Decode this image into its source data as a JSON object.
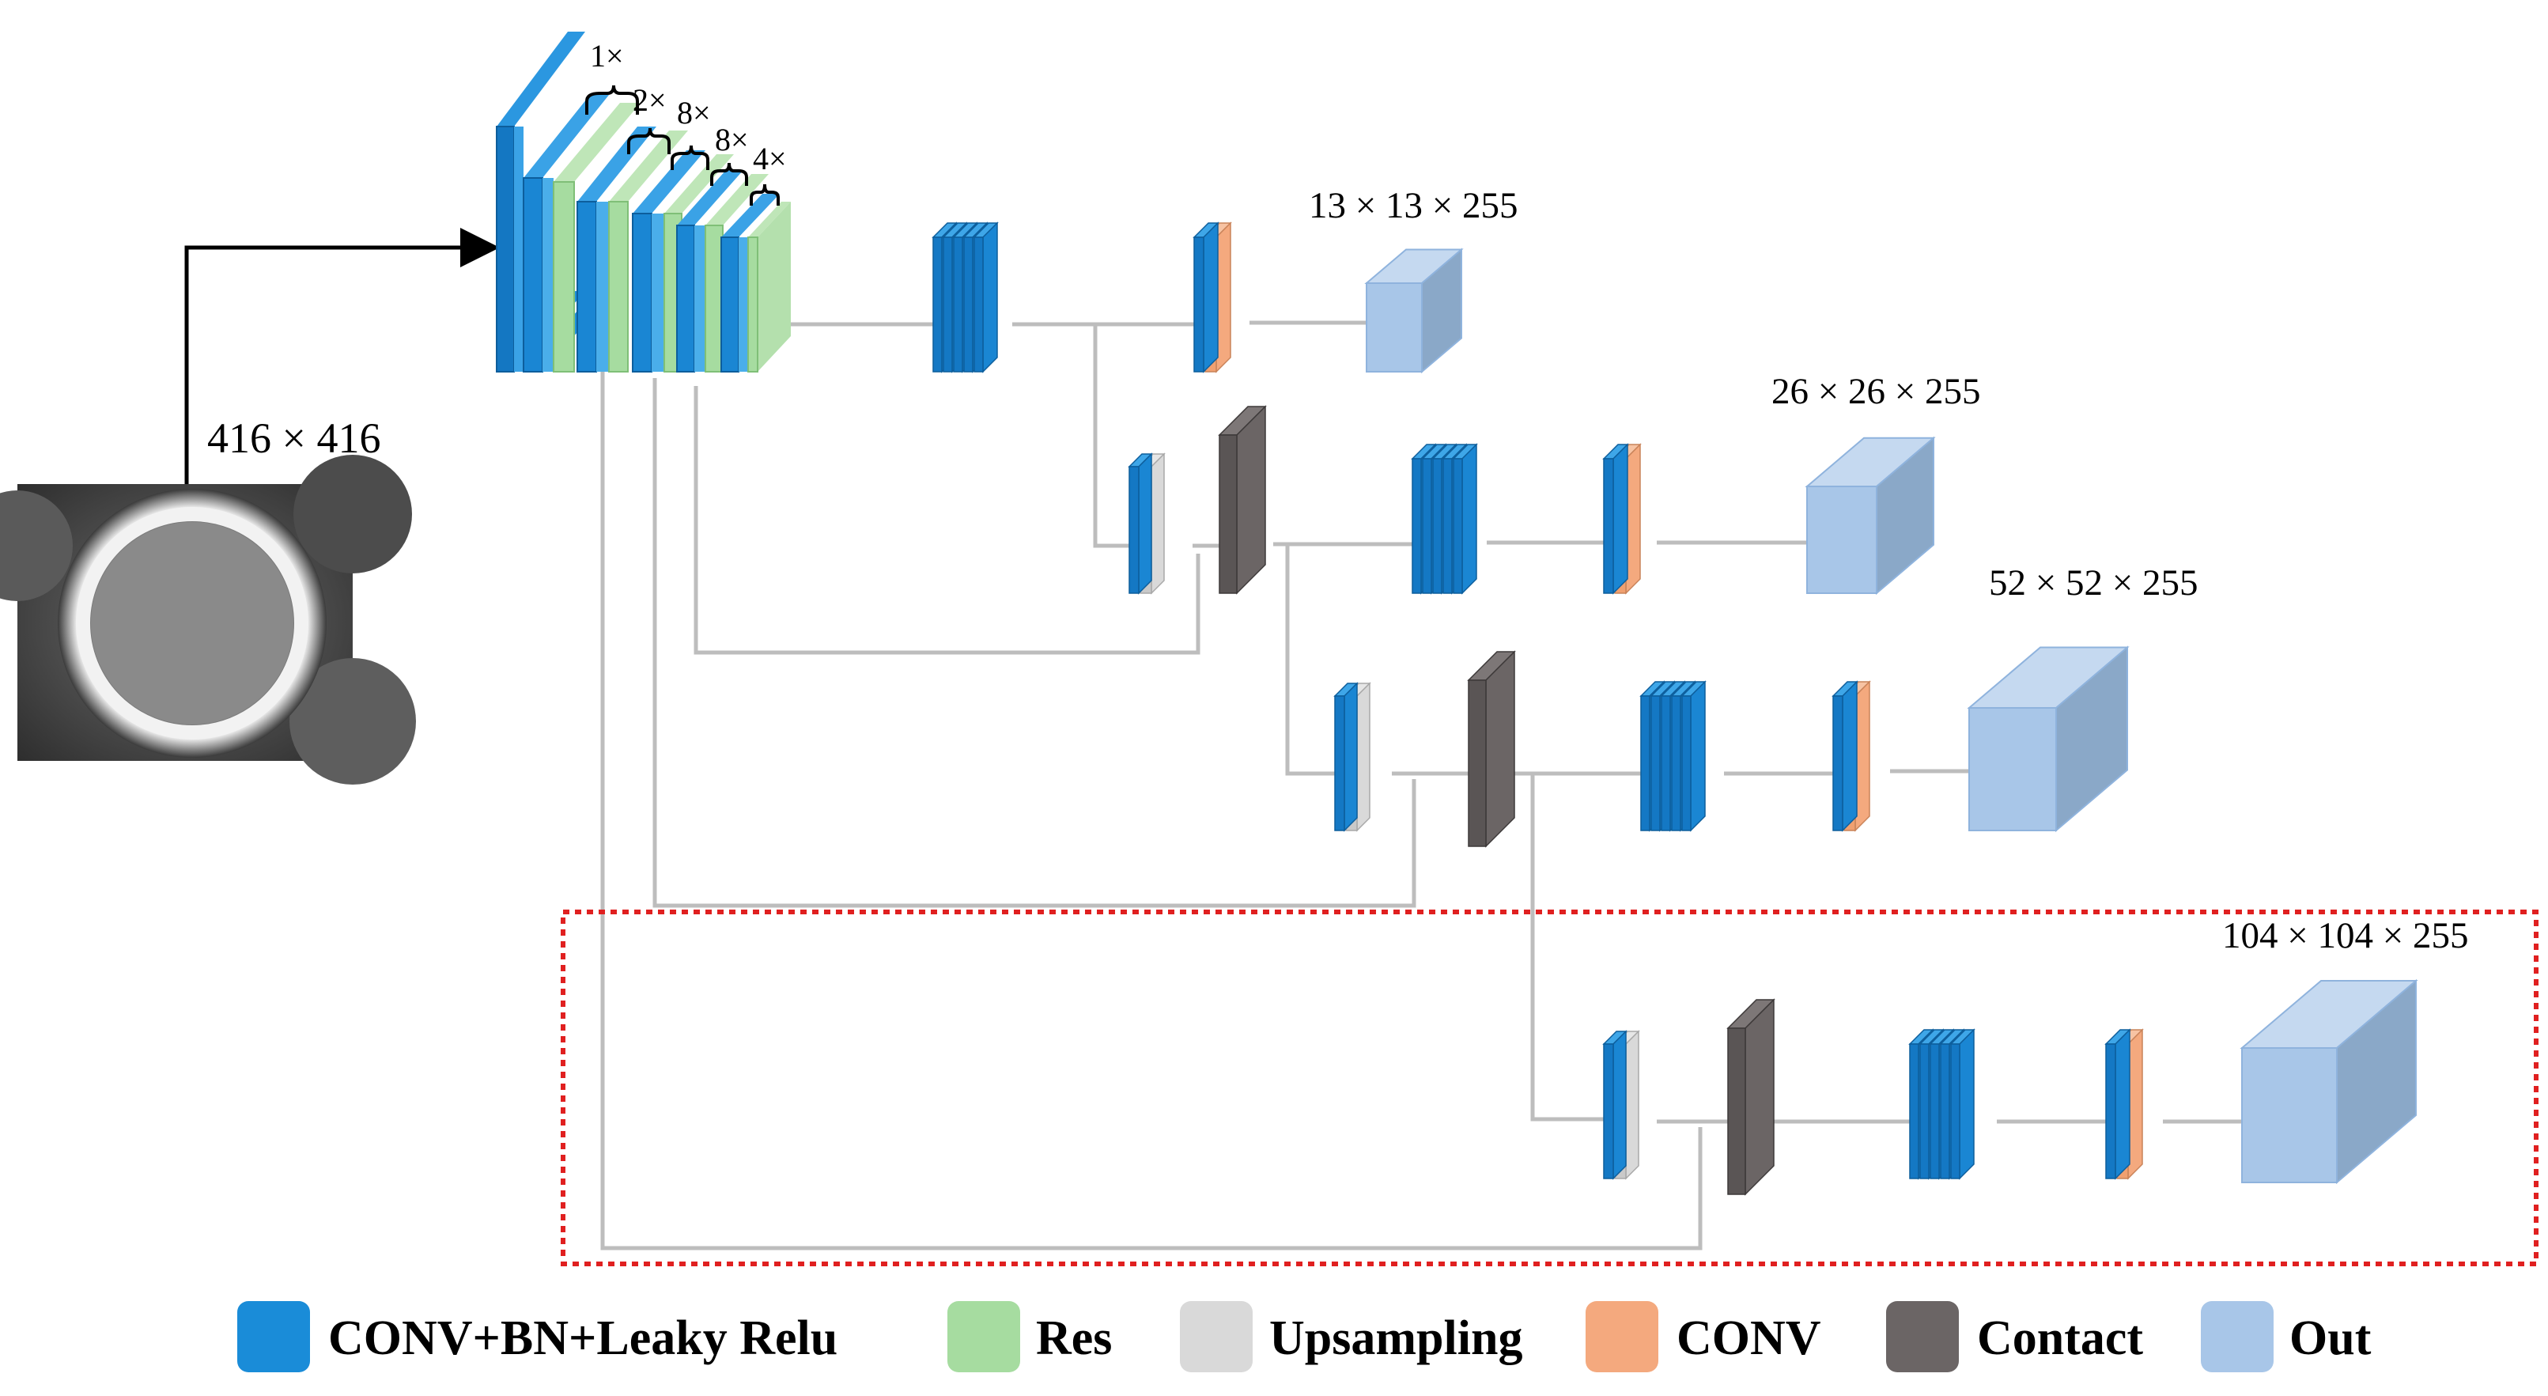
{
  "input": {
    "size_label": "416 × 416"
  },
  "backbone": {
    "multipliers": [
      "1×",
      "2×",
      "8×",
      "8×",
      "4×"
    ]
  },
  "outputs": [
    {
      "label": "13 × 13 × 255"
    },
    {
      "label": "26 × 26 × 255"
    },
    {
      "label": "52 × 52 × 255"
    },
    {
      "label": "104 × 104 × 255"
    }
  ],
  "legend": [
    {
      "label": "CONV+BN+Leaky Relu",
      "color": "#1a8cd8"
    },
    {
      "label": "Res",
      "color": "#a6dca0"
    },
    {
      "label": "Upsampling",
      "color": "#d9d9d9"
    },
    {
      "label": "CONV",
      "color": "#f4a97e"
    },
    {
      "label": "Contact",
      "color": "#6b6565"
    },
    {
      "label": "Out",
      "color": "#a8c6e8"
    }
  ],
  "highlight": {
    "border_color": "#e02020"
  }
}
